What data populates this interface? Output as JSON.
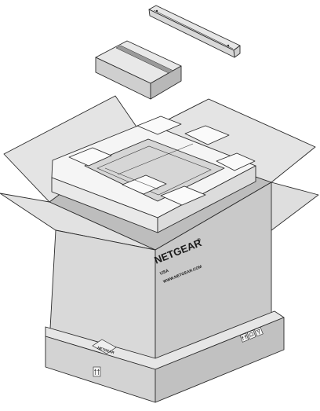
{
  "brand": {
    "logo_text": "NETGEAR",
    "registered_mark": "®",
    "country": "USA",
    "website": "WWW.NETGEAR.COM"
  },
  "pallet_logo_text": "NETGEAR",
  "colors": {
    "box_front": "#c8c8c8",
    "box_side": "#d6d6d6",
    "box_flap": "#e2e2e2",
    "box_interior": "#bdbdbd",
    "foam": "#f4f4f4",
    "pallet": "#d0d0d0",
    "outline": "#2b2b2b"
  },
  "icons": [
    "rail-bracket-icon",
    "small-box-icon",
    "foam-insert-icon",
    "handling-symbols-icon",
    "pallet-symbol-icon"
  ]
}
